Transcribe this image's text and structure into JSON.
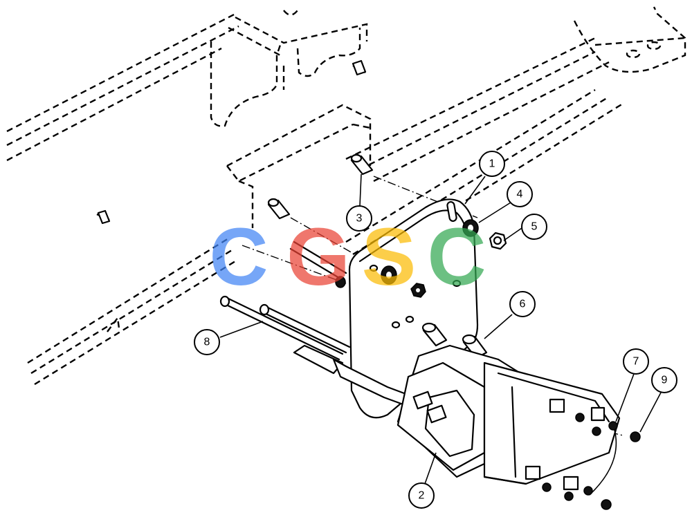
{
  "callouts": [
    {
      "label": "1"
    },
    {
      "label": "2"
    },
    {
      "label": "3"
    },
    {
      "label": "4"
    },
    {
      "label": "5"
    },
    {
      "label": "6"
    },
    {
      "label": "7"
    },
    {
      "label": "8"
    },
    {
      "label": "9"
    }
  ],
  "watermark": {
    "letters": [
      "C",
      "G",
      "S",
      "C"
    ],
    "colors": [
      "#4285F4",
      "#EA4335",
      "#FBBC05",
      "#34A853"
    ]
  }
}
